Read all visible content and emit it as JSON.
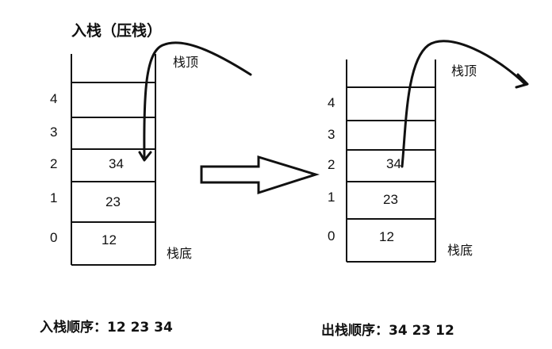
{
  "title_push": "入栈（压栈）",
  "left_stack": {
    "top_label": "栈顶",
    "bottom_label": "栈底",
    "indices": [
      "4",
      "3",
      "2",
      "1",
      "0"
    ],
    "values": [
      "34",
      "23",
      "12"
    ]
  },
  "right_stack": {
    "top_label": "栈顶",
    "bottom_label": "栈底",
    "indices": [
      "4",
      "3",
      "2",
      "1",
      "0"
    ],
    "values": [
      "34",
      "23",
      "12"
    ]
  },
  "push_order": "入栈顺序：12  23  34",
  "pop_order": "出栈顺序：34  23  12"
}
